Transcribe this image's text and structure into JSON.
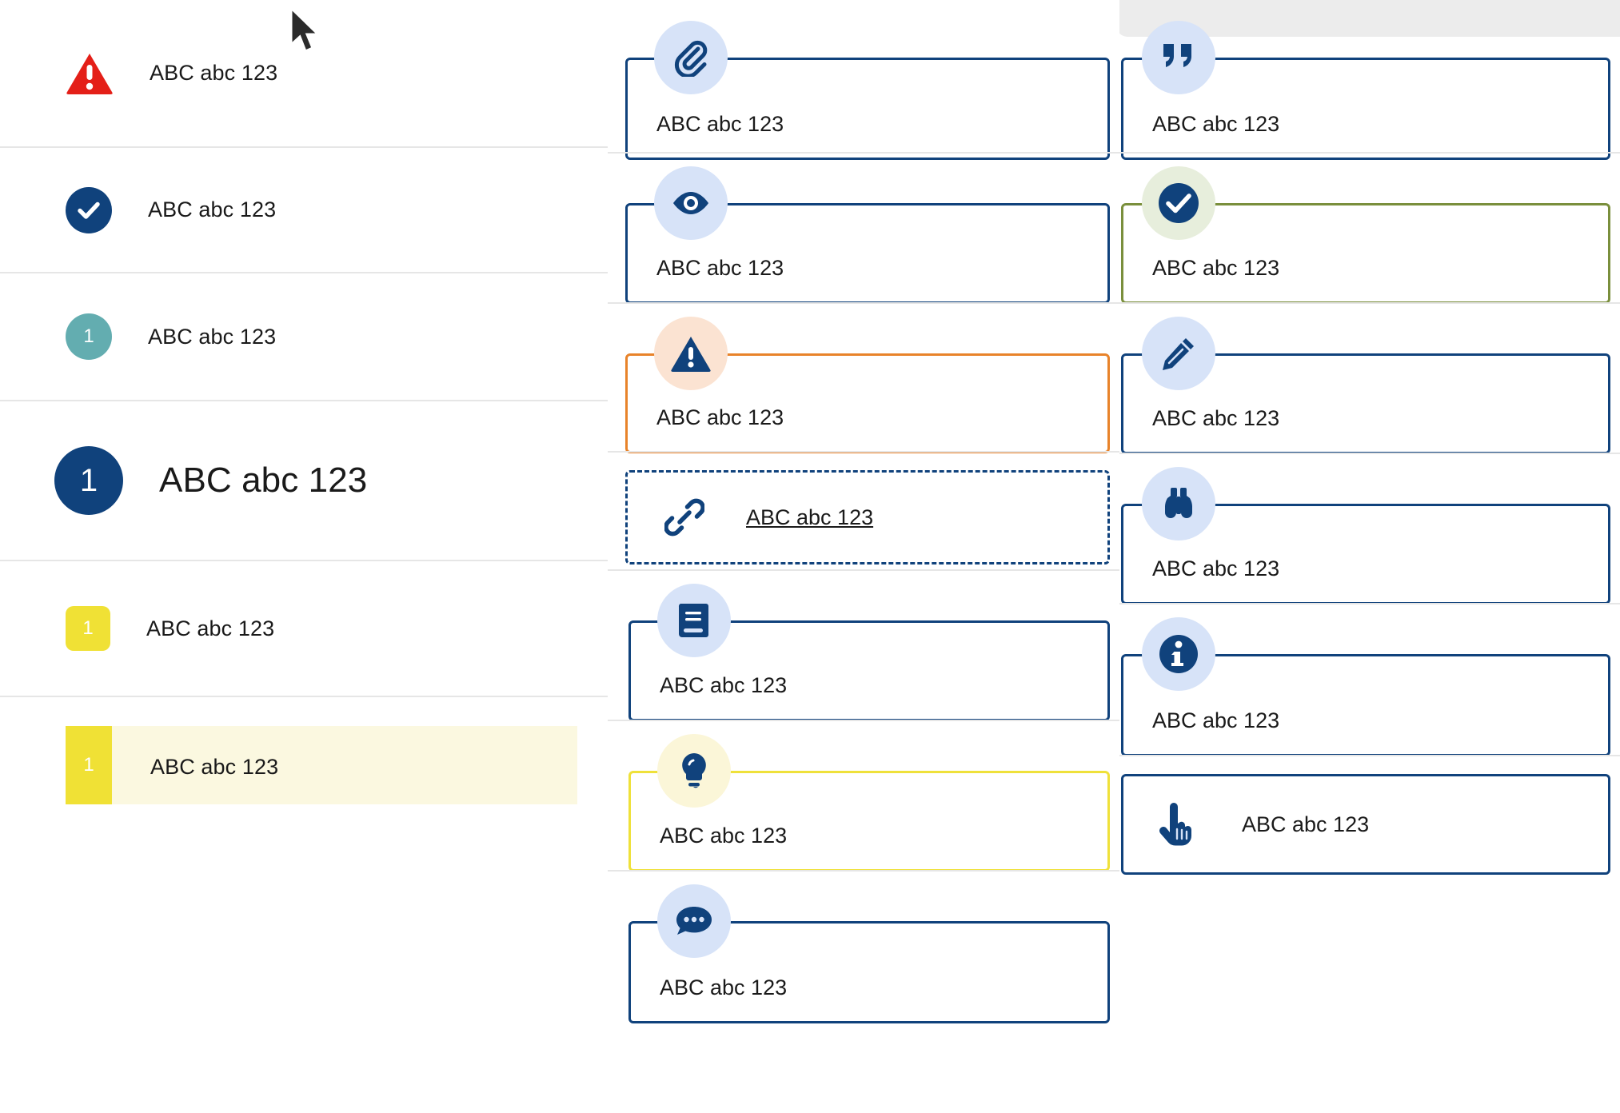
{
  "left_panel": {
    "rows": [
      {
        "label": "ABC abc 123",
        "icon": "warning-triangle-icon",
        "badge_text": ""
      },
      {
        "label": "ABC abc 123",
        "icon": "check-circle-icon",
        "badge_text": ""
      },
      {
        "label": "ABC abc 123",
        "icon": "number-circle-teal",
        "badge_text": "1"
      },
      {
        "label": "ABC abc 123",
        "icon": "number-circle-navy-large",
        "badge_text": "1"
      },
      {
        "label": "ABC abc 123",
        "icon": "number-square-yellow",
        "badge_text": "1"
      },
      {
        "label": "ABC abc 123",
        "icon": "number-square-yellow-selected",
        "badge_text": "1"
      }
    ]
  },
  "middle_column": {
    "cards": [
      {
        "label": "ABC abc 123",
        "icon": "paperclip-icon",
        "border": "navy",
        "badge": "blue"
      },
      {
        "label": "ABC abc 123",
        "icon": "eye-icon",
        "border": "navy",
        "badge": "blue"
      },
      {
        "label": "ABC abc 123",
        "icon": "warning-triangle-icon",
        "border": "orange",
        "badge": "peach"
      },
      {
        "label": "ABC abc 123",
        "icon": "link-chain-icon",
        "border": "dashed-navy",
        "badge": "none"
      },
      {
        "label": "ABC abc 123",
        "icon": "book-icon",
        "border": "navy",
        "badge": "blue"
      },
      {
        "label": "ABC abc 123",
        "icon": "lightbulb-icon",
        "border": "yellow",
        "badge": "cream"
      },
      {
        "label": "ABC abc 123",
        "icon": "speech-bubble-icon",
        "border": "navy",
        "badge": "blue"
      }
    ]
  },
  "right_column": {
    "cards": [
      {
        "label": "ABC abc 123",
        "icon": "quote-icon",
        "border": "navy",
        "badge": "blue"
      },
      {
        "label": "ABC abc 123",
        "icon": "check-circle-icon",
        "border": "green",
        "badge": "mint"
      },
      {
        "label": "ABC abc 123",
        "icon": "pencil-icon",
        "border": "navy",
        "badge": "blue"
      },
      {
        "label": "ABC abc 123",
        "icon": "binoculars-icon",
        "border": "navy",
        "badge": "blue"
      },
      {
        "label": "ABC abc 123",
        "icon": "info-circle-icon",
        "border": "navy",
        "badge": "blue"
      },
      {
        "label": "ABC abc 123",
        "icon": "pointing-hand-icon",
        "border": "navy",
        "badge": "none"
      }
    ]
  },
  "colors": {
    "navy": "#10427c",
    "red": "#e41f18",
    "orange": "#e8832a",
    "green": "#7a8f3c",
    "yellow": "#efe13a",
    "teal": "#63adb0",
    "badge_blue": "#d7e3f8",
    "badge_peach": "#fbe3d2",
    "badge_mint": "#e7eedc",
    "badge_cream": "#fbf6d8",
    "selected_row_bg": "#fbf8e0",
    "divider": "#e6e6e6"
  }
}
